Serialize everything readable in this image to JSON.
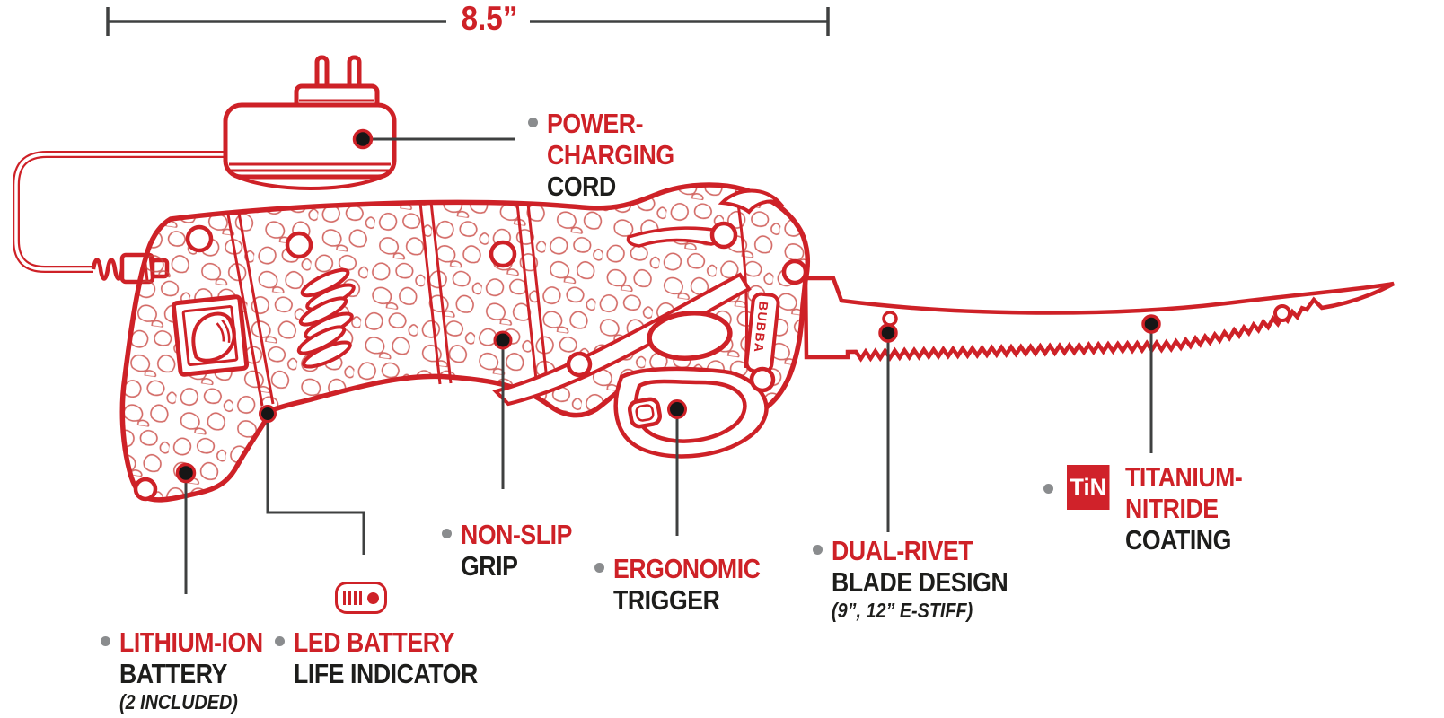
{
  "dimension": {
    "label": "8.5”"
  },
  "brand_badge": "BUBBA",
  "labels": {
    "power_cord": {
      "line1": "POWER-",
      "line2": "CHARGING",
      "line3": "CORD"
    },
    "lithium_battery": {
      "line1": "LITHIUM-ION",
      "line2": "BATTERY",
      "note": "(2 INCLUDED)"
    },
    "led_indicator": {
      "line1": "LED BATTERY",
      "line2": "LIFE INDICATOR"
    },
    "non_slip": {
      "line1": "NON-SLIP",
      "line2": "GRIP"
    },
    "ergonomic": {
      "line1": "ERGONOMIC",
      "line2": "TRIGGER"
    },
    "dual_rivet": {
      "line1": "DUAL-RIVET",
      "line2": "BLADE DESIGN",
      "note": "(9”, 12” E-STIFF)"
    },
    "tin_coating": {
      "badge": "TiN",
      "line1": "TITANIUM-",
      "line2": "NITRIDE",
      "line3": "COATING"
    }
  },
  "colors": {
    "line_red": "#CE2127",
    "text_red": "#CE2127",
    "text_black": "#1D1D1B",
    "leader_gray": "#3F4040",
    "bullet_gray": "#8A8C8E",
    "badge_red": "#D0222A",
    "badge_text": "#FFFFFF",
    "pebble_red": "#C8453F"
  }
}
